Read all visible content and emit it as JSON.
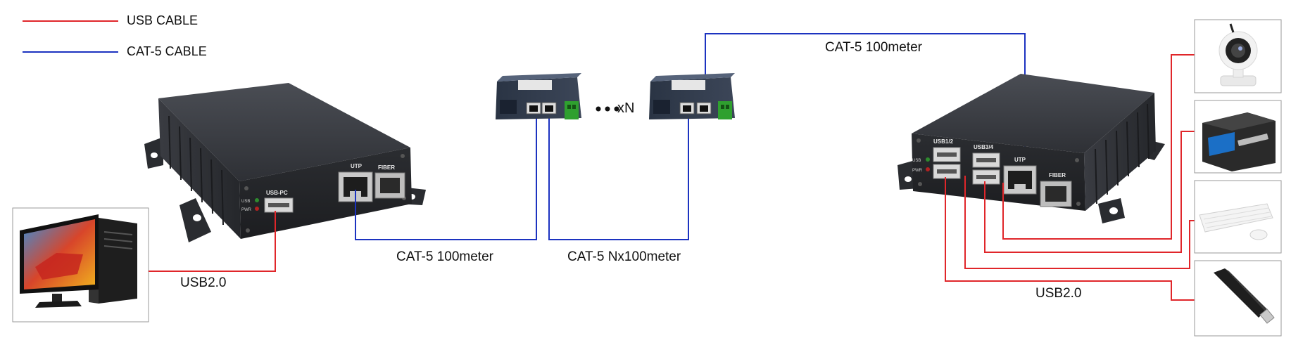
{
  "legend": {
    "usb": {
      "label": "USB CABLE",
      "color": "#e0262a"
    },
    "cat5": {
      "label": "CAT-5 CABLE",
      "color": "#1c33c0"
    }
  },
  "labels": {
    "left_usb": "USB2.0",
    "cat5_left": "CAT-5 100meter",
    "cat5_mid": "CAT-5 Nx100meter",
    "cat5_top": "CAT-5 100meter",
    "right_usb": "USB2.0",
    "repeat": "xN"
  },
  "devices": {
    "left_extender": {
      "ports": [
        "USB-PC",
        "UTP",
        "FIBER"
      ],
      "leds": [
        "USB",
        "PWR"
      ]
    },
    "right_extender": {
      "ports": [
        "USB1/2",
        "USB3/4",
        "UTP",
        "FIBER"
      ],
      "leds": [
        "USB",
        "PWR"
      ]
    }
  },
  "peripherals": [
    "camera-icon",
    "printer-icon",
    "keyboard-icon",
    "usb-drive-icon"
  ],
  "host": "computer-icon"
}
